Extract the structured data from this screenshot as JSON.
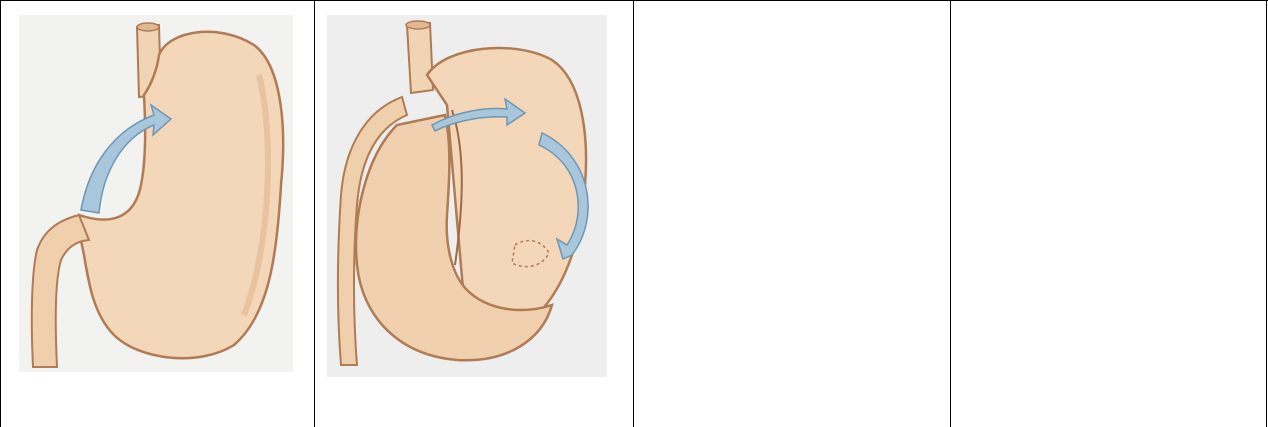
{
  "table": {
    "columns": 4,
    "rows": 1,
    "border_color": "#000000",
    "cells": [
      {
        "content": "illustration",
        "figure": "stomach-with-arrow"
      },
      {
        "content": "illustration",
        "figure": "stomach-volvulus-two-arrows"
      },
      {
        "content": "empty"
      },
      {
        "content": "empty"
      }
    ]
  },
  "colors": {
    "organ_fill": "#f3d7b8",
    "organ_outline": "#b07b55",
    "arrow_fill": "#a9c7dc",
    "figure_background": "#eeeeee"
  }
}
